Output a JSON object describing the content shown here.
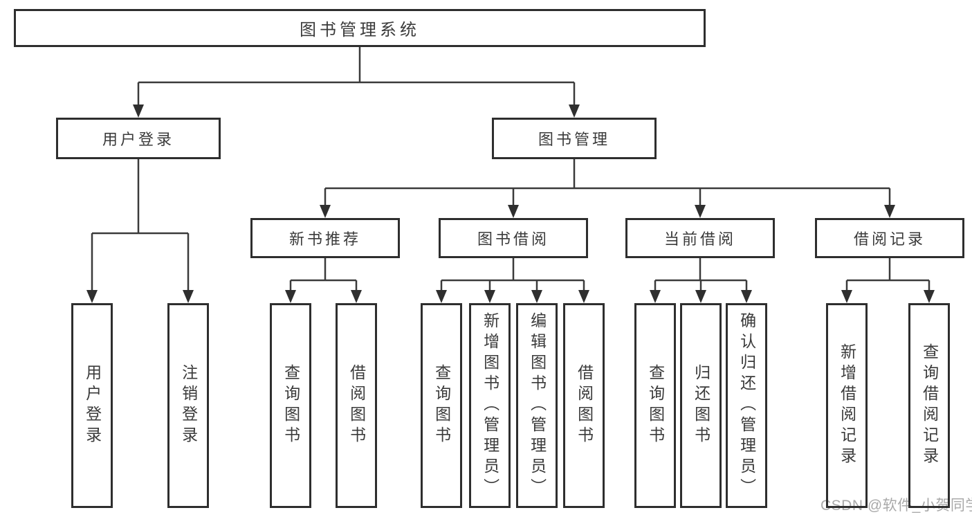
{
  "tree": {
    "root": {
      "label": "图书管理系统"
    },
    "branches": [
      {
        "label": "用户登录",
        "children": [
          {
            "label": "用户登录"
          },
          {
            "label": "注销登录"
          }
        ]
      },
      {
        "label": "图书管理",
        "groups": [
          {
            "label": "新书推荐",
            "children": [
              {
                "label": "查询图书"
              },
              {
                "label": "借阅图书"
              }
            ]
          },
          {
            "label": "图书借阅",
            "children": [
              {
                "label": "查询图书"
              },
              {
                "label": "新增图书（管理员）"
              },
              {
                "label": "编辑图书（管理员）"
              },
              {
                "label": "借阅图书"
              }
            ]
          },
          {
            "label": "当前借阅",
            "children": [
              {
                "label": "查询图书"
              },
              {
                "label": "归还图书"
              },
              {
                "label": "确认归还（管理员）"
              }
            ]
          },
          {
            "label": "借阅记录",
            "children": [
              {
                "label": "新增借阅记录"
              },
              {
                "label": "查询借阅记录"
              }
            ]
          }
        ]
      }
    ]
  },
  "watermark": "CSDN @软件_小贺同学",
  "colors": {
    "line": "#3a3a3a",
    "arrow": "#2f2f2f",
    "border": "#2e2e2e",
    "text": "#3a3a3a",
    "watermark": "#a9a9a9",
    "background": "#ffffff"
  }
}
